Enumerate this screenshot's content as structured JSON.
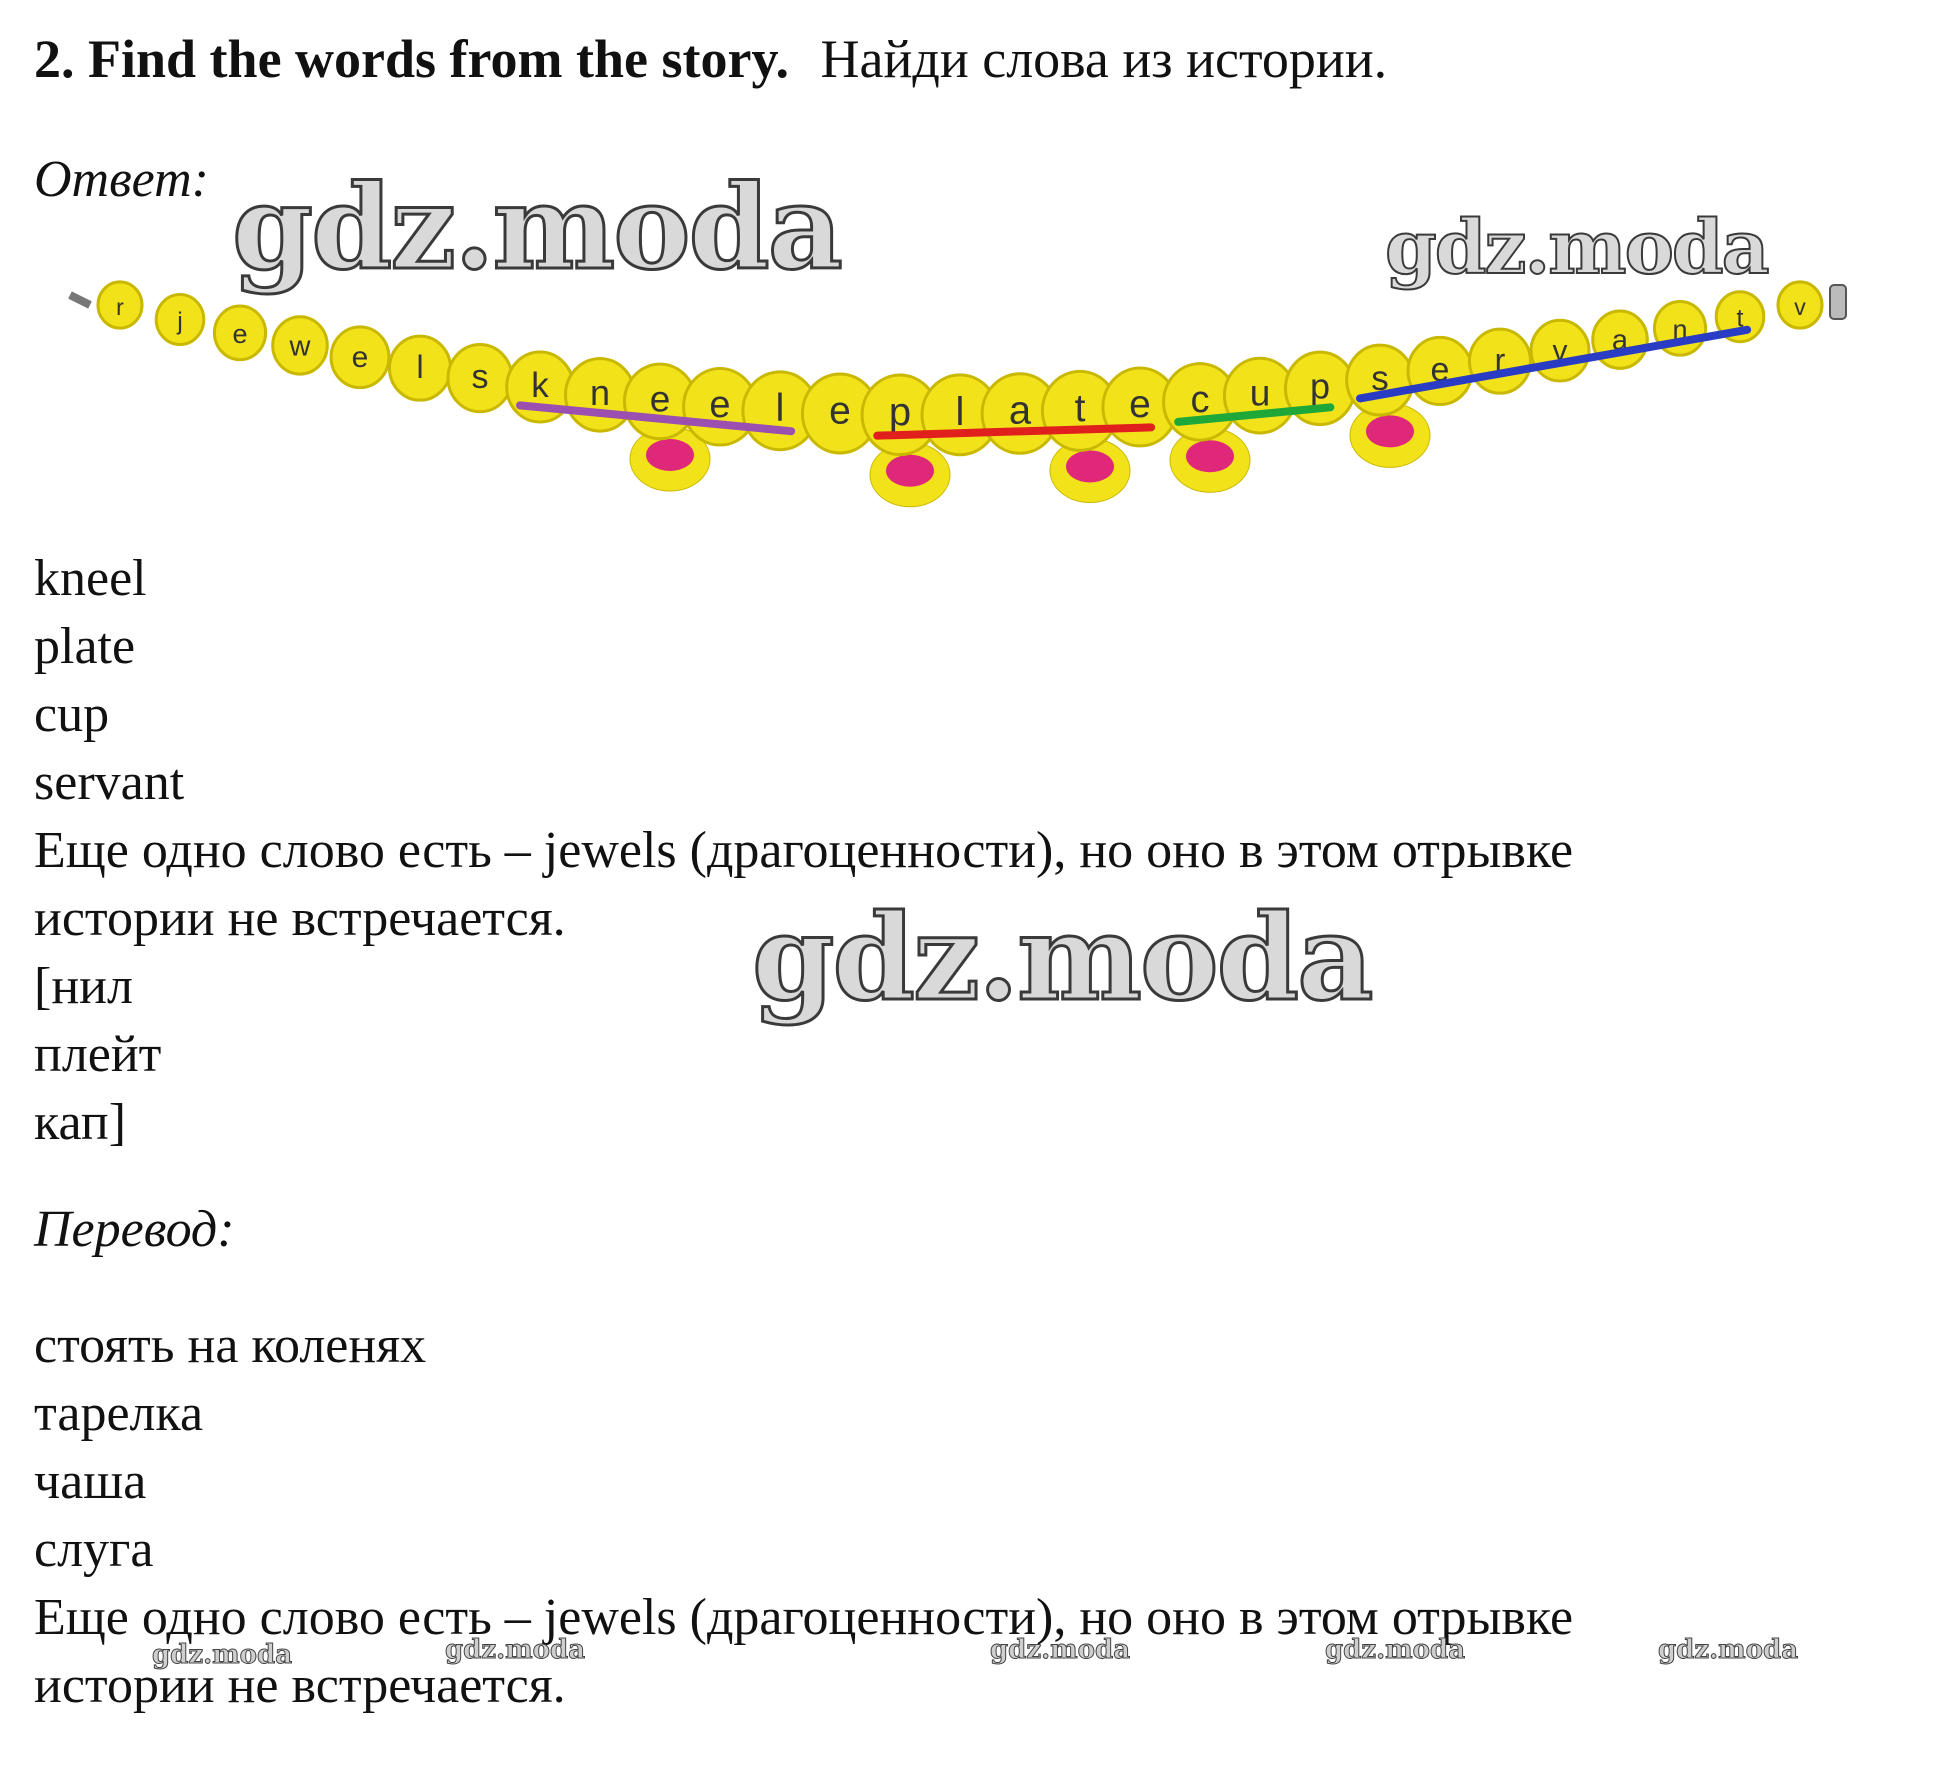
{
  "header": {
    "number": "2.",
    "title_en": "Find the words from the story.",
    "title_ru": "Найди слова из истории."
  },
  "answer": {
    "label": "Ответ:",
    "lines": [
      "kneel",
      "plate",
      "cup",
      "servant",
      "Еще одно слово есть – jewels (драгоценности), но оно в этом отрывке",
      "истории не встречается.",
      "[нил",
      "плейт",
      "кап]"
    ]
  },
  "translation": {
    "label": "Перевод:",
    "lines": [
      "стоять на коленях",
      "тарелка",
      "чаша",
      "слуга",
      "Еще одно слово есть – jewels (драгоценности), но оно в этом отрывке",
      "истории не встречается."
    ]
  },
  "necklace": {
    "letters": [
      "r",
      "j",
      "e",
      "w",
      "e",
      "l",
      "s",
      "k",
      "n",
      "e",
      "e",
      "l",
      "e",
      "p",
      "l",
      "a",
      "t",
      "e",
      "c",
      "u",
      "p",
      "s",
      "e",
      "r",
      "v",
      "a",
      "n",
      "t",
      "v"
    ],
    "highlights": [
      {
        "word": "kneel",
        "color": "#9b4fb0"
      },
      {
        "word": "plate",
        "color": "#e0201c"
      },
      {
        "word": "cup",
        "color": "#1fa83a"
      },
      {
        "word": "servant",
        "color": "#2a3cc4"
      }
    ],
    "bead_color": "#f2e21a",
    "pendant_color": "#e0287a"
  },
  "watermarks": {
    "text": "gdz.moda"
  }
}
